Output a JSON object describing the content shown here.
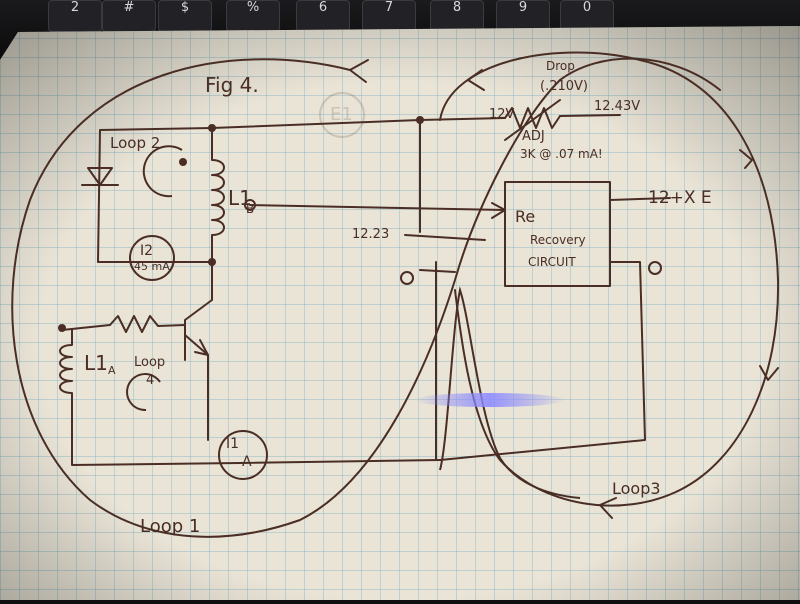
{
  "keyboard": {
    "keys": [
      {
        "top": "",
        "bottom": "2"
      },
      {
        "top": "",
        "bottom": "#"
      },
      {
        "top": "",
        "bottom": "$"
      },
      {
        "top": "",
        "bottom": "%"
      },
      {
        "top": "",
        "bottom": "6"
      },
      {
        "top": "",
        "bottom": "7"
      },
      {
        "top": "",
        "bottom": "8"
      },
      {
        "top": "",
        "bottom": "9"
      },
      {
        "top": "",
        "bottom": "0"
      }
    ]
  },
  "diagram": {
    "fig_label": "Fig 4.",
    "drop_label": "Drop",
    "drop_value": "(.210V)",
    "v_left": "12V",
    "adj_label": "ADJ",
    "v_right": "12.43V",
    "resistor_note": "3K @ .07 mA!",
    "loop2_label": "Loop 2",
    "l1b_label": "L1",
    "l1b_sub": "B",
    "i2_label": "I2",
    "i2_value": "45 mA",
    "v_1223": "12.23",
    "recovery_re": "Re",
    "recovery_line1": "Recovery",
    "recovery_line2": "CIRCUIT",
    "output_label": "12+X E",
    "l1a_label": "L1",
    "l1a_sub": "A",
    "loop4_label": "Loop",
    "loop4_num": "4",
    "i1a_label": "I1",
    "i1a_sub": "A",
    "loop1_label": "Loop 1",
    "loop3_label": "Loop3",
    "ghost_mark": "E1"
  },
  "colors": {
    "ink": "#4a2d24",
    "paper": "#e9e4d6",
    "grid": "#8fb7c4",
    "keyboard": "#0f0e10",
    "glare": "#7f7cff"
  }
}
